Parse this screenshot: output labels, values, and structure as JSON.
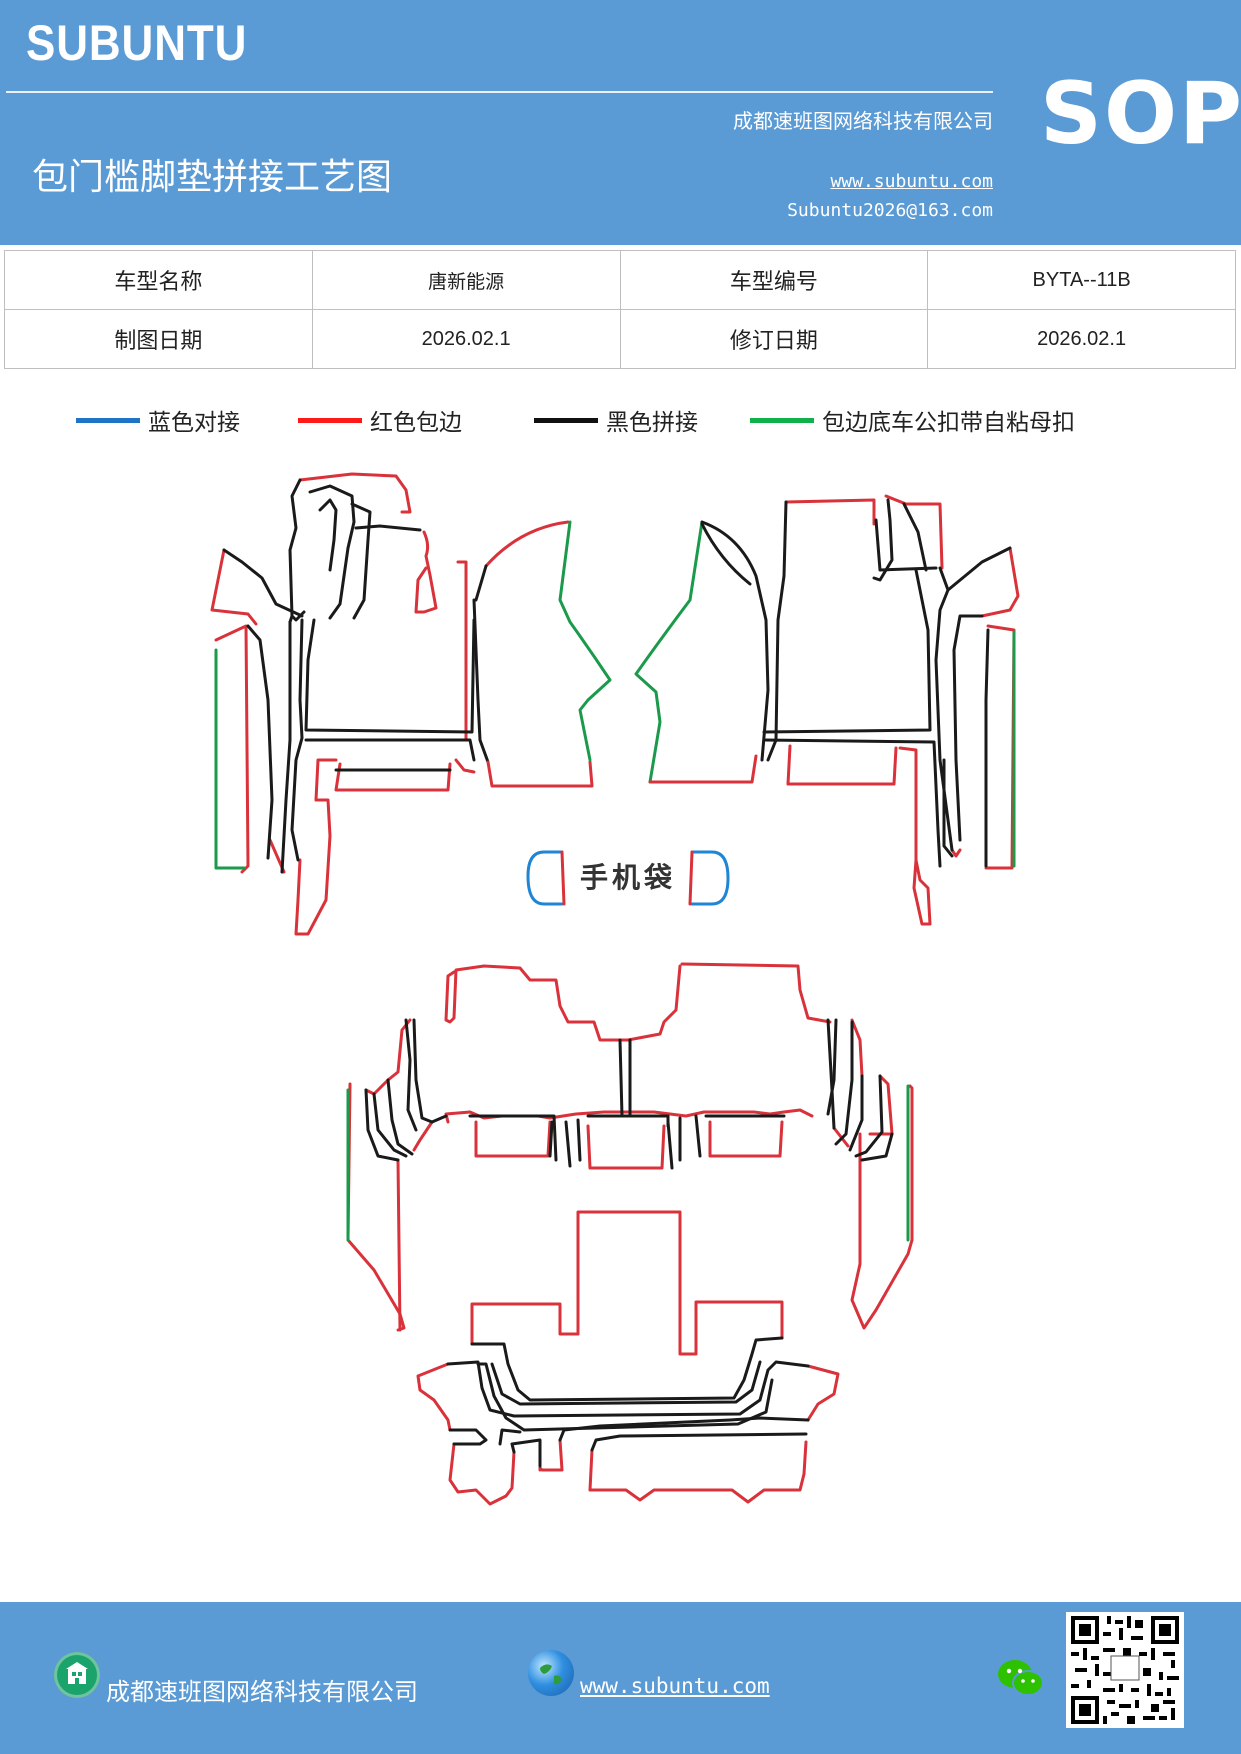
{
  "header": {
    "brand": "SUBUNTU",
    "badge": "SOP",
    "company": "成都速班图网络科技有限公司",
    "website": "www.subuntu.com",
    "email": "Subuntu2026@163.com",
    "title": "包门槛脚垫拼接工艺图"
  },
  "info": {
    "model_name_label": "车型名称",
    "model_name": "唐新能源",
    "model_code_label": "车型编号",
    "model_code": "BYTA--11B",
    "draw_date_label": "制图日期",
    "draw_date": "2026.02.1",
    "revise_date_label": "修订日期",
    "revise_date": "2026.02.1"
  },
  "legend": [
    {
      "label": "蓝色对接",
      "color": "#1f74c6"
    },
    {
      "label": "红色包边",
      "color": "#ff1a1a"
    },
    {
      "label": "黑色拼接",
      "color": "#111111"
    },
    {
      "label": "包边底车公扣带自粘母扣",
      "color": "#10b04a"
    }
  ],
  "drawing": {
    "phone_pocket_label": "手机袋",
    "colors": {
      "red": "#d9323a",
      "black": "#1a1a1a",
      "green": "#1a9a4a",
      "blue": "#1f86d6"
    }
  },
  "footer": {
    "company": "成都速班图网络科技有限公司",
    "website": "www.subuntu.com "
  },
  "icons": [
    "building-icon",
    "globe-icon",
    "wechat-icon",
    "qr-code"
  ]
}
